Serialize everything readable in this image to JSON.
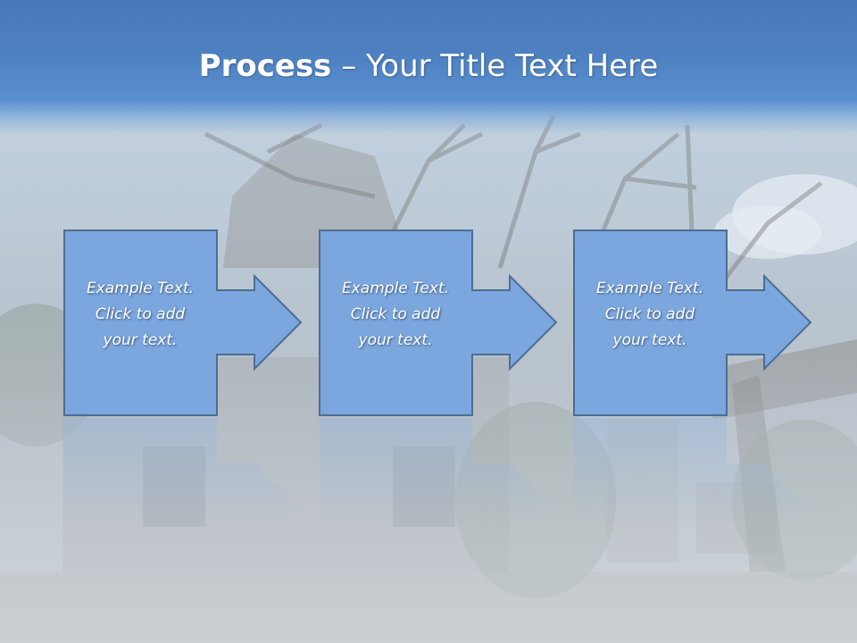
{
  "slide": {
    "title_bold": "Process",
    "title_rest": " – Your Title Text Here"
  },
  "steps": [
    {
      "line1": "Example Text.",
      "line2": "Click  to add",
      "line3": "your text."
    },
    {
      "line1": "Example Text.",
      "line2": "Click  to add",
      "line3": "your text."
    },
    {
      "line1": "Example Text.",
      "line2": "Click  to add",
      "line3": "your text."
    }
  ],
  "colors": {
    "title_bar": "#4f82c2",
    "shape_fill": "#7ba6de",
    "shape_border": "#4d6d94",
    "text": "#ffffff"
  }
}
